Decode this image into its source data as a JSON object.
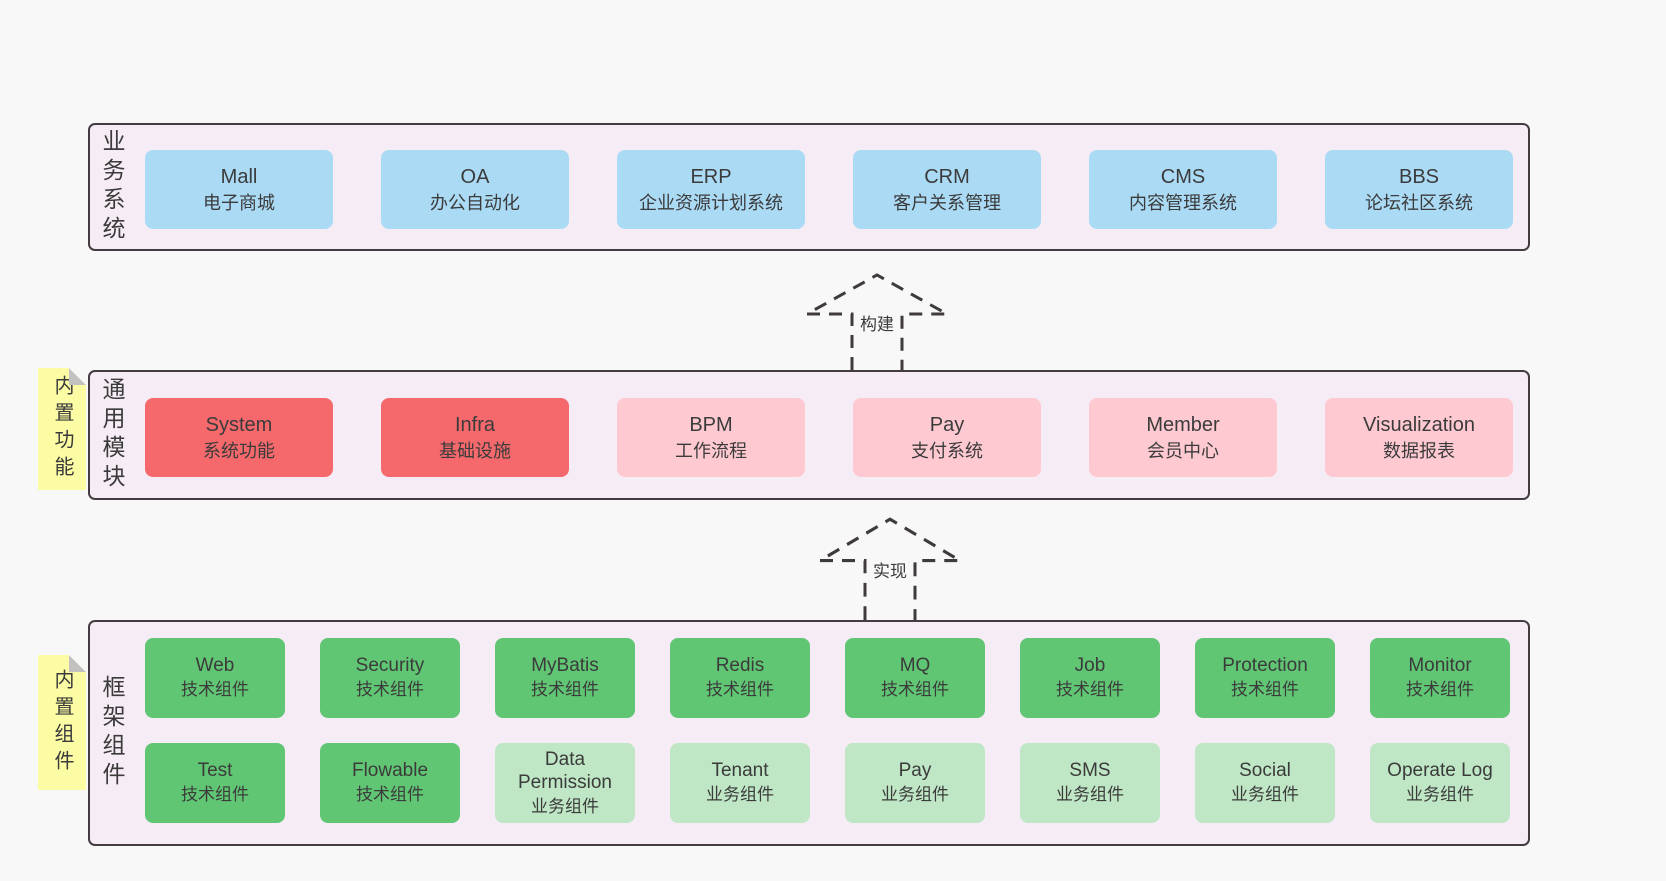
{
  "colors": {
    "page_bg": "#f8f8f8",
    "band_bg": "#f6ecf5",
    "band_border": "#443b41",
    "blue_box": "#abdaf5",
    "red_box": "#f5696c",
    "pink_box": "#ffc9d2",
    "green_box": "#60c674",
    "light_green_box": "#bfe7c5",
    "sticky_yellow": "#fbfca3",
    "text": "#3b3b3b"
  },
  "arrows": [
    {
      "label": "构建"
    },
    {
      "label": "实现"
    }
  ],
  "bands": [
    {
      "label": "业务系统",
      "boxes": [
        {
          "en": "Mall",
          "zh": "电子商城"
        },
        {
          "en": "OA",
          "zh": "办公自动化"
        },
        {
          "en": "ERP",
          "zh": "企业资源计划系统"
        },
        {
          "en": "CRM",
          "zh": "客户关系管理"
        },
        {
          "en": "CMS",
          "zh": "内容管理系统"
        },
        {
          "en": "BBS",
          "zh": "论坛社区系统"
        }
      ]
    },
    {
      "label": "通用模块",
      "sticky": "内置功能",
      "boxes": [
        {
          "en": "System",
          "zh": "系统功能"
        },
        {
          "en": "Infra",
          "zh": "基础设施"
        },
        {
          "en": "BPM",
          "zh": "工作流程"
        },
        {
          "en": "Pay",
          "zh": "支付系统"
        },
        {
          "en": "Member",
          "zh": "会员中心"
        },
        {
          "en": "Visualization",
          "zh": "数据报表"
        }
      ]
    },
    {
      "label": "框架组件",
      "sticky": "内置组件",
      "rows": [
        [
          {
            "en": "Web",
            "zh": "技术组件"
          },
          {
            "en": "Security",
            "zh": "技术组件"
          },
          {
            "en": "MyBatis",
            "zh": "技术组件"
          },
          {
            "en": "Redis",
            "zh": "技术组件"
          },
          {
            "en": "MQ",
            "zh": "技术组件"
          },
          {
            "en": "Job",
            "zh": "技术组件"
          },
          {
            "en": "Protection",
            "zh": "技术组件"
          },
          {
            "en": "Monitor",
            "zh": "技术组件"
          }
        ],
        [
          {
            "en": "Test",
            "zh": "技术组件"
          },
          {
            "en": "Flowable",
            "zh": "技术组件"
          },
          {
            "en": "Data Permission",
            "zh": "业务组件"
          },
          {
            "en": "Tenant",
            "zh": "业务组件"
          },
          {
            "en": "Pay",
            "zh": "业务组件"
          },
          {
            "en": "SMS",
            "zh": "业务组件"
          },
          {
            "en": "Social",
            "zh": "业务组件"
          },
          {
            "en": "Operate Log",
            "zh": "业务组件"
          }
        ]
      ]
    }
  ]
}
